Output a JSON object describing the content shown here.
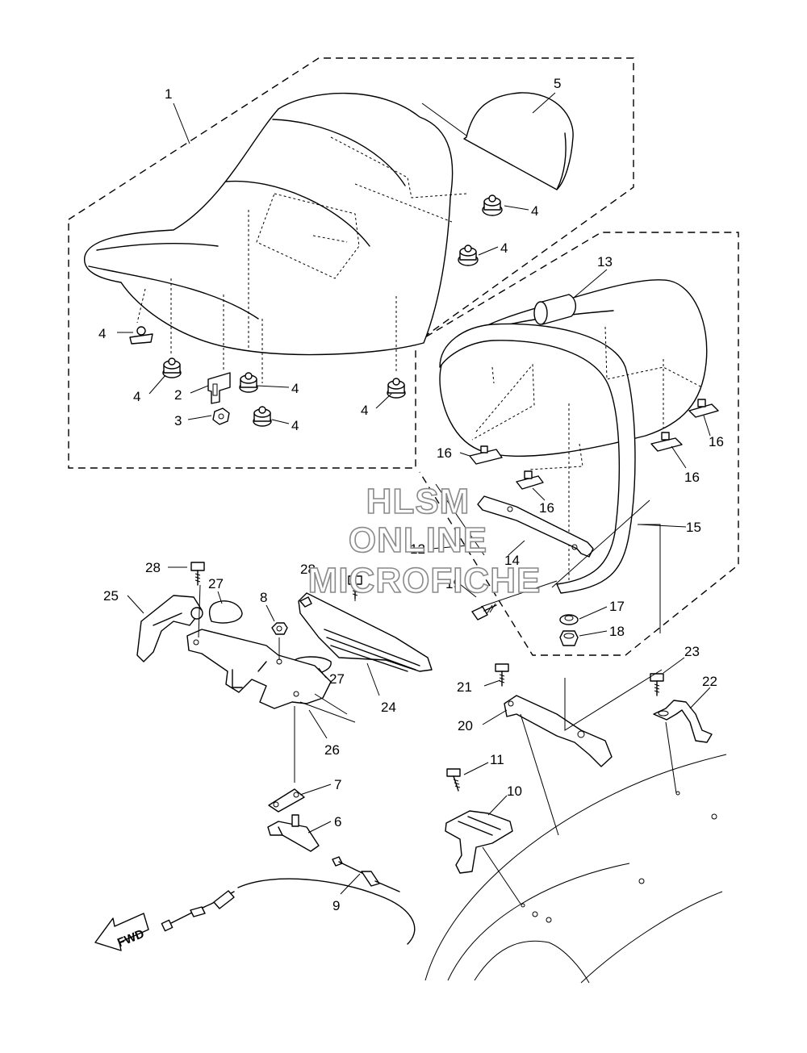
{
  "watermark": {
    "line1": "HLSM",
    "line2": "ONLINE",
    "line3": "MICROFICHE"
  },
  "direction_label": "FWD",
  "callouts": [
    {
      "id": "c1",
      "text": "1"
    },
    {
      "id": "c5",
      "text": "5"
    },
    {
      "id": "c4a",
      "text": "4"
    },
    {
      "id": "c4b",
      "text": "4"
    },
    {
      "id": "c4c",
      "text": "4"
    },
    {
      "id": "c4d",
      "text": "4"
    },
    {
      "id": "c4e",
      "text": "4"
    },
    {
      "id": "c4f",
      "text": "4"
    },
    {
      "id": "c4g",
      "text": "4"
    },
    {
      "id": "c2",
      "text": "2"
    },
    {
      "id": "c3",
      "text": "3"
    },
    {
      "id": "c13",
      "text": "13"
    },
    {
      "id": "c16a",
      "text": "16"
    },
    {
      "id": "c16b",
      "text": "16"
    },
    {
      "id": "c16c",
      "text": "16"
    },
    {
      "id": "c16d",
      "text": "16"
    },
    {
      "id": "c15",
      "text": "15"
    },
    {
      "id": "c12",
      "text": "12"
    },
    {
      "id": "c14",
      "text": "14"
    },
    {
      "id": "c19",
      "text": "19"
    },
    {
      "id": "c17",
      "text": "17"
    },
    {
      "id": "c18",
      "text": "18"
    },
    {
      "id": "c28a",
      "text": "28"
    },
    {
      "id": "c28b",
      "text": "28"
    },
    {
      "id": "c27a",
      "text": "27"
    },
    {
      "id": "c27b",
      "text": "27"
    },
    {
      "id": "c25",
      "text": "25"
    },
    {
      "id": "c8",
      "text": "8"
    },
    {
      "id": "c24",
      "text": "24"
    },
    {
      "id": "c26",
      "text": "26"
    },
    {
      "id": "c7",
      "text": "7"
    },
    {
      "id": "c6",
      "text": "6"
    },
    {
      "id": "c9",
      "text": "9"
    },
    {
      "id": "c23",
      "text": "23"
    },
    {
      "id": "c22",
      "text": "22"
    },
    {
      "id": "c21",
      "text": "21"
    },
    {
      "id": "c20",
      "text": "20"
    },
    {
      "id": "c11",
      "text": "11"
    },
    {
      "id": "c10",
      "text": "10"
    }
  ]
}
